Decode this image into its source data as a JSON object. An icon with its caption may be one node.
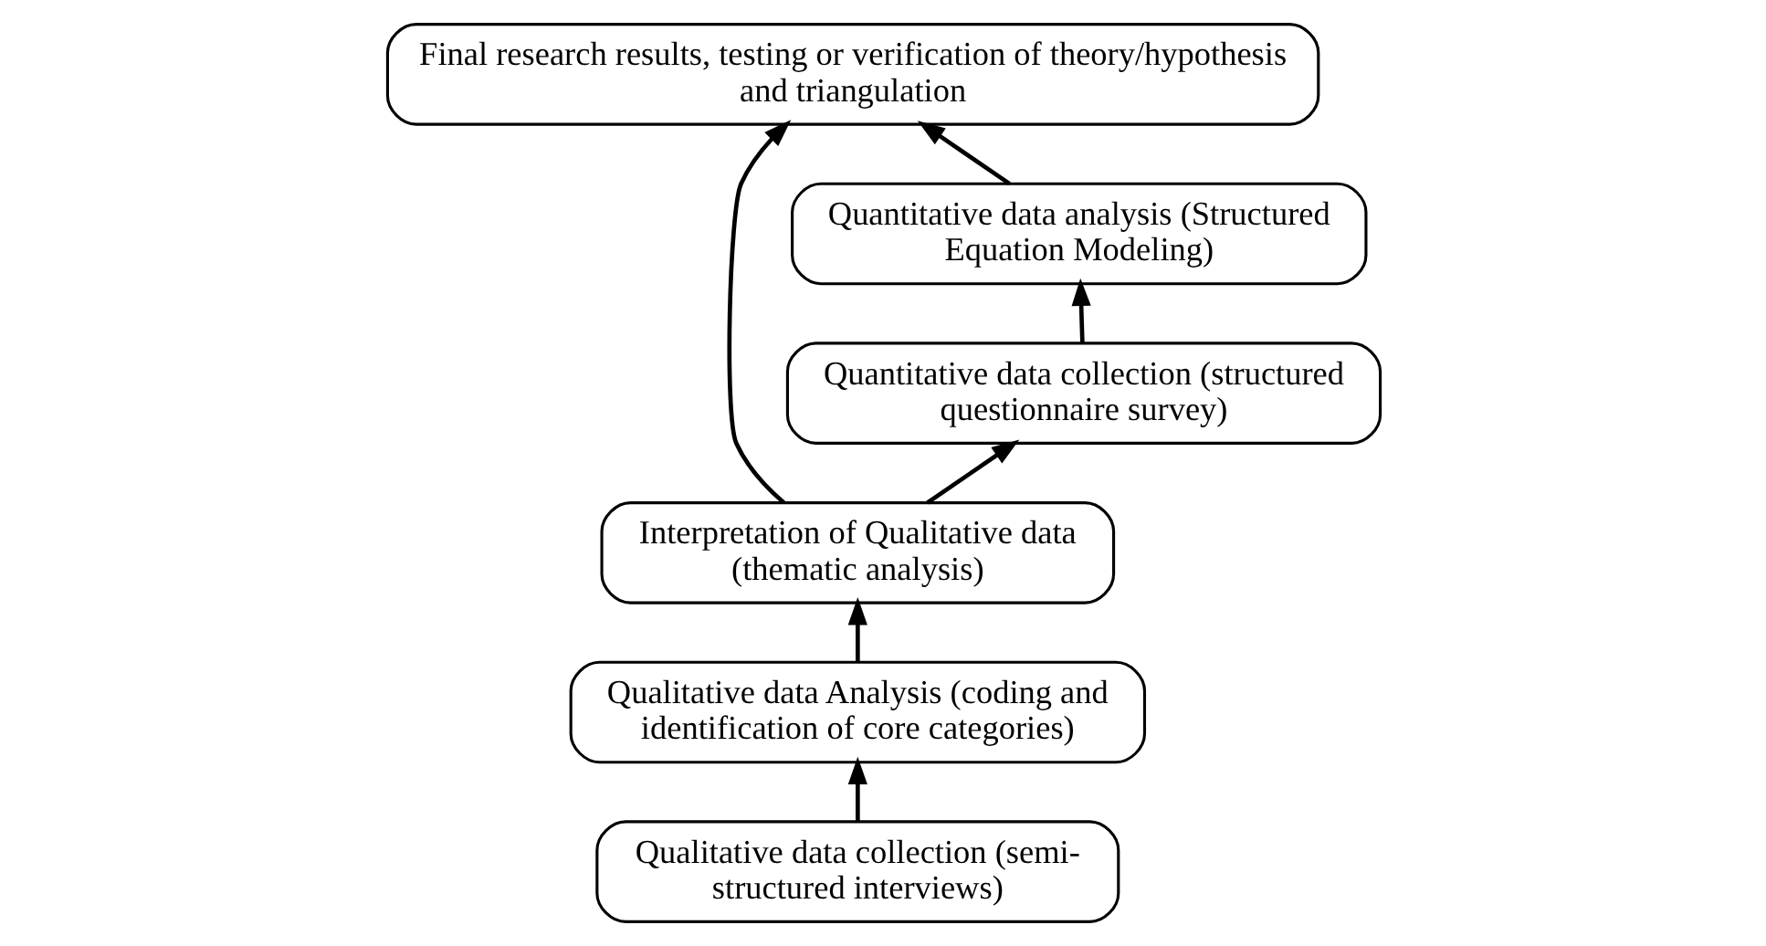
{
  "diagram": {
    "nodes": [
      {
        "text": [
          "Final research results, testing or verification of theory/hypothesis and triangulation"
        ]
      },
      {
        "text": [
          "Quantitative data analysis (Structured Equation Modeling)"
        ]
      },
      {
        "text": [
          "Quantitative data collection (structured questionnaire survey)"
        ]
      },
      {
        "text": [
          "Interpretation of Qualitative data (thematic analysis)"
        ]
      },
      {
        "text": [
          "Qualitative data Analysis (coding and identification of core categories)"
        ]
      },
      {
        "text": [
          "Qualitative data collection (semi-structured interviews)"
        ]
      }
    ],
    "edges": [
      {
        "from": 5,
        "to": 4,
        "arrow": "to"
      },
      {
        "from": 4,
        "to": 3,
        "arrow": "to"
      },
      {
        "from": 3,
        "to": 0,
        "arrow": "to"
      },
      {
        "from": 3,
        "to": 2,
        "arrow": "to"
      },
      {
        "from": 2,
        "to": 1,
        "arrow": "to"
      },
      {
        "from": 1,
        "to": 0,
        "arrow": "to"
      }
    ]
  }
}
